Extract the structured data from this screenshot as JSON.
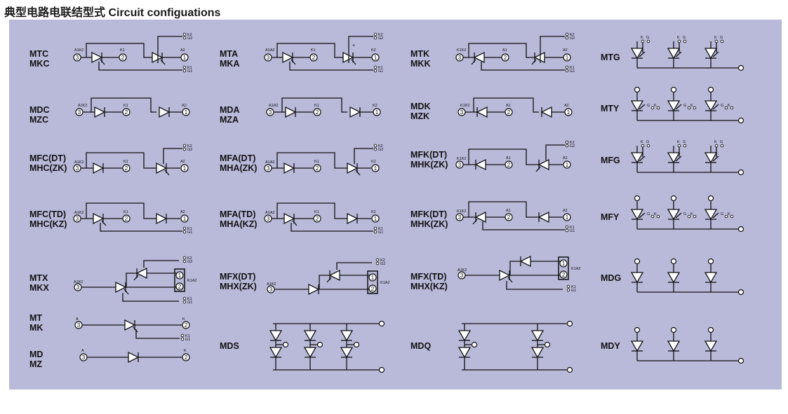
{
  "title": "典型电路电联结型式 Circuit configuations",
  "colors": {
    "panel": "#b9b9da",
    "line": "#111111"
  },
  "modules": [
    {
      "id": "mtc",
      "l1": "MTC",
      "l2": "MKC"
    },
    {
      "id": "mta",
      "l1": "MTA",
      "l2": "MKA"
    },
    {
      "id": "mtk",
      "l1": "MTK",
      "l2": "MKK"
    },
    {
      "id": "mtg",
      "l1": "MTG",
      "l2": ""
    },
    {
      "id": "mdc",
      "l1": "MDC",
      "l2": "MZC"
    },
    {
      "id": "mda",
      "l1": "MDA",
      "l2": "MZA"
    },
    {
      "id": "mdk",
      "l1": "MDK",
      "l2": "MZK"
    },
    {
      "id": "mty",
      "l1": "MTY",
      "l2": ""
    },
    {
      "id": "mfc_dt",
      "l1": "MFC(DT)",
      "l2": "MHC(ZK)"
    },
    {
      "id": "mfa_dt",
      "l1": "MFA(DT)",
      "l2": "MHA(ZK)"
    },
    {
      "id": "mfk_dt",
      "l1": "MFK(DT)",
      "l2": "MHK(ZK)"
    },
    {
      "id": "mfg",
      "l1": "MFG",
      "l2": ""
    },
    {
      "id": "mfc_td",
      "l1": "MFC(TD)",
      "l2": "MHC(KZ)"
    },
    {
      "id": "mfa_td",
      "l1": "MFA(TD)",
      "l2": "MHA(KZ)"
    },
    {
      "id": "mfk_td",
      "l1": "MFK(DT)",
      "l2": "MHK(ZK)"
    },
    {
      "id": "mfy",
      "l1": "MFY",
      "l2": ""
    },
    {
      "id": "mtx",
      "l1": "MTX",
      "l2": "MKX"
    },
    {
      "id": "mfx_dt",
      "l1": "MFX(DT)",
      "l2": "MHX(ZK)"
    },
    {
      "id": "mfx_td",
      "l1": "MFX(TD)",
      "l2": "MHX(KZ)"
    },
    {
      "id": "mdg",
      "l1": "MDG",
      "l2": ""
    },
    {
      "id": "mt",
      "l1": "MT",
      "l2": "MK"
    },
    {
      "id": "mds",
      "l1": "MDS",
      "l2": ""
    },
    {
      "id": "mdq",
      "l1": "MDQ",
      "l2": ""
    },
    {
      "id": "mdy",
      "l1": "MDY",
      "l2": ""
    },
    {
      "id": "md",
      "l1": "MD",
      "l2": "MZ"
    }
  ],
  "pins": {
    "mtc": {
      "left": "A1K2",
      "mid": "K1",
      "right": "A2",
      "g_top": [
        "K2",
        "G2"
      ],
      "g_bot": [
        "K1",
        "G1"
      ]
    },
    "mta": {
      "left": "A1A2",
      "mid": "K1",
      "right": "K2",
      "plus": "+",
      "g_top": [
        "K2",
        "G2"
      ],
      "g_bot": [
        "K1",
        "G1"
      ]
    },
    "mtk": {
      "left": "K1K2",
      "mid": "A1",
      "right": "A2",
      "g_top": [
        "K2",
        "G2"
      ],
      "g_bot": [
        "K1",
        "G1"
      ]
    },
    "mdc": {
      "left": "A1K2",
      "mid": "K1",
      "right": "A2"
    },
    "mda": {
      "left": "A1A2",
      "mid": "K1",
      "right": "K2"
    },
    "mdk": {
      "left": "K1K2",
      "mid": "A1",
      "right": "A2"
    },
    "mfc_dt": {
      "left": "A1K2",
      "mid": "K1",
      "right": "A2",
      "g_top": [
        "K2",
        "G2"
      ]
    },
    "mfa_dt": {
      "left": "A1A2",
      "mid": "K1",
      "right": "K2",
      "g_top": [
        "K2",
        "G2"
      ]
    },
    "mfk_dt": {
      "left": "K1K2",
      "mid": "A1",
      "right": "A2",
      "g_top": [
        "K2",
        "G2"
      ]
    },
    "mfc_td": {
      "left": "A1K2",
      "mid": "K1",
      "right": "A2",
      "g_bot": [
        "K1",
        "G1"
      ]
    },
    "mfa_td": {
      "left": "A1A2",
      "mid": "K1",
      "right": "K2",
      "g_bot": [
        "K1",
        "G1"
      ]
    },
    "mfk_td": {
      "left": "K1K2",
      "mid": "A1",
      "right": "A2",
      "g_bot": [
        "K1",
        "G1"
      ]
    },
    "mtx": {
      "left": "A1K2",
      "box": "K1A2",
      "g_top": [
        "K2",
        "G2"
      ],
      "g_bot": [
        "K1",
        "G1"
      ]
    },
    "mfx_dt": {
      "left": "A1K2",
      "box": "K1A2",
      "g_top": [
        "K2",
        "G2"
      ]
    },
    "mfx_td": {
      "left": "A1K2",
      "box": "K1A2",
      "g_bot": [
        "K1",
        "G1"
      ]
    },
    "mt": {
      "left": "A",
      "right": "K",
      "g_bot": [
        "K1",
        "G1"
      ]
    },
    "md": {
      "left": "A",
      "right": "K"
    },
    "gate": {
      "k": "K",
      "g": "G"
    }
  },
  "terminals": {
    "t1": "1",
    "t2": "2",
    "t3": "3"
  }
}
